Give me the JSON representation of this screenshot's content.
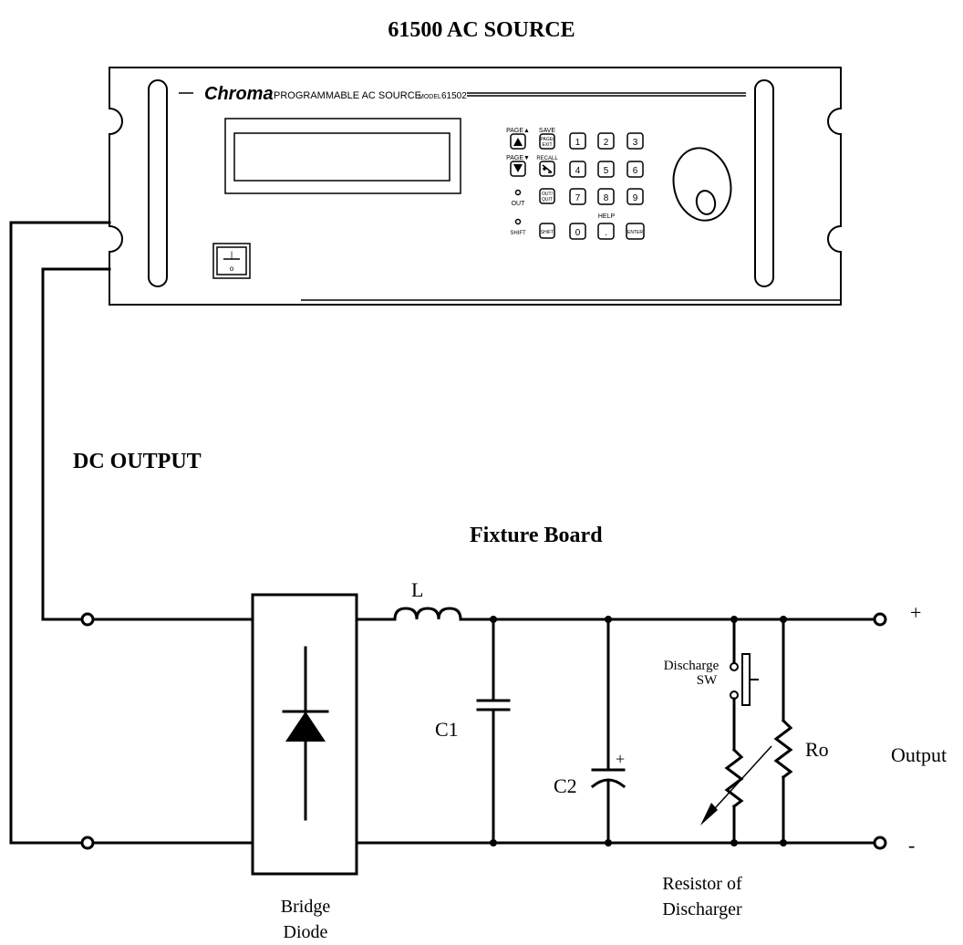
{
  "diagram_title": "61500 AC SOURCE",
  "instrument": {
    "brand": "Chroma",
    "name": "PROGRAMMABLE AC SOURCE",
    "model_prefix": "MODEL",
    "model_number": "61502",
    "keypad": {
      "page_up": "PAGE▲",
      "page_down": "PAGE▼",
      "save": "SAVE",
      "page_exit": [
        "PAGE/",
        "EXIT"
      ],
      "recall": "RECALL",
      "out_led": "OUT",
      "shift_led": "SHIFT",
      "out_quit": [
        "OUT/",
        "QUIT"
      ],
      "shift_key": "SHIFT",
      "help": "HELP",
      "enter": "ENTER",
      "digits": [
        "1",
        "2",
        "3",
        "4",
        "5",
        "6",
        "7",
        "8",
        "9",
        "0"
      ],
      "dot": "."
    },
    "power_switch": {
      "on": "|",
      "off": "o"
    }
  },
  "labels": {
    "dc_output": "DC OUTPUT",
    "fixture_board": "Fixture Board",
    "inductor": "L",
    "c1": "C1",
    "c2": "C2",
    "c2_polarity": "+",
    "discharge_sw": [
      "Discharge",
      "SW"
    ],
    "ro": "Ro",
    "output": "Output",
    "plus": "+",
    "minus": "-",
    "resistor_of_discharger": [
      "Resistor of",
      "Discharger"
    ],
    "bridge_diode": [
      "Bridge",
      "Diode"
    ]
  },
  "colors": {
    "ink": "#000000",
    "paper": "#ffffff"
  }
}
